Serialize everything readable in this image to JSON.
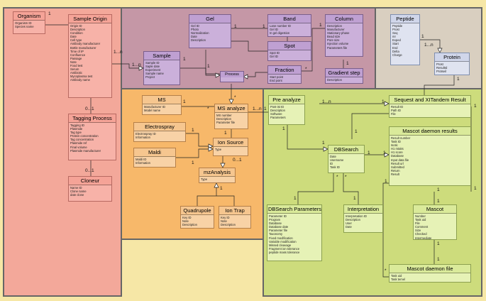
{
  "organism": {
    "title": "Organism",
    "items": [
      "Organism ID",
      "Species name"
    ]
  },
  "sample_origin": {
    "title": "Sample Origin",
    "items": [
      "Origin ID",
      "Description",
      "Condition",
      "Date",
      "Cell type",
      "Antibody manufacturer",
      "Bottle manufacturer",
      "Time of IP",
      "Confluence",
      "Passage",
      "Note",
      "Food test",
      "Serum",
      "Antibiotic",
      "Mycoplasma test",
      "Antibody name"
    ]
  },
  "tagging_process": {
    "title": "Tagging Process",
    "items": [
      "Tagging ID",
      "Plasmide",
      "Tag type",
      "Protein concentration",
      "Tag concentration",
      "Plasmide ref",
      "Final volume",
      "Plasmide manufacturer"
    ]
  },
  "cloneur": {
    "title": "Cloneur",
    "items": [
      "Name ID",
      "Clone name",
      "date clone"
    ]
  },
  "gel": {
    "title": "Gel",
    "items": [
      "Gel ID",
      "Photo",
      "Normalization",
      "Date",
      "Description"
    ]
  },
  "band": {
    "title": "Band",
    "items": [
      "Lane number ID",
      "Gel ID",
      "In gel digestion"
    ]
  },
  "spot": {
    "title": "Spot",
    "items": [
      "Spot ID",
      "Gel ID"
    ]
  },
  "fraction": {
    "title": "Fraction",
    "items": [
      "Start point",
      "End point"
    ]
  },
  "column": {
    "title": "Column",
    "items": [
      "Description",
      "Manufacturer",
      "Stationary phase",
      "Bead size",
      "Pore size",
      "Injection volume",
      "Parameters file"
    ]
  },
  "gradient_step": {
    "title": "Gradient step",
    "items": [
      "Description"
    ]
  },
  "sample": {
    "title": "Sample",
    "items": [
      "Sample ID",
      "Saple date",
      "Experiment",
      "Sample name",
      "Project"
    ]
  },
  "process": {
    "title": "Process"
  },
  "peptide": {
    "title": "Peptide",
    "items": [
      "Peptide",
      "Prost",
      "Seq",
      "mr",
      "Exped",
      "Start",
      "End",
      "Delta",
      "Charge"
    ]
  },
  "protein": {
    "title": "Protein",
    "items": [
      "Prost",
      "ResultId",
      "Protseil"
    ]
  },
  "ms": {
    "title": "MS",
    "items": [
      "Manufacturer ID",
      "Model name"
    ]
  },
  "ms_analyze": {
    "title": "MS analyze",
    "items": [
      "MS number",
      "Description",
      "Parameter file"
    ]
  },
  "electrospray": {
    "title": "Electrospray",
    "items": [
      "Electrospray ID",
      "Information"
    ]
  },
  "maldi": {
    "title": "Maldi",
    "items": [
      "Maldi ID",
      "Information"
    ]
  },
  "ion_source": {
    "title": "Ion Source",
    "items": [
      "Type"
    ]
  },
  "mzanalysis": {
    "title": "mzAnalysis",
    "items": [
      "Type"
    ]
  },
  "quadrupole": {
    "title": "Quadrupole",
    "items": [
      "Key ID",
      "Note",
      "Description"
    ]
  },
  "ion_trap": {
    "title": "Ion Trap",
    "items": [
      "Key ID",
      "Note",
      "Description"
    ]
  },
  "pre_analyze": {
    "title": "Pre analyze",
    "items": [
      "Post-ist ID",
      "Description",
      "Software",
      "Parameters"
    ]
  },
  "dbsearch": {
    "title": "DBSearch",
    "items": [
      "Date",
      "Username",
      "ID",
      "Task ID"
    ]
  },
  "dbsearch_parameters": {
    "title": "DBSearch Parameters",
    "items": [
      "Parameter ID",
      "Program",
      "Database",
      "Database date",
      "Parameter file",
      "Taxonomy",
      "Fixed modification",
      "Variable modification",
      "Missed cleavage",
      "Fragment ion tolerance",
      "peptide mass tolerance"
    ]
  },
  "interpretation": {
    "title": "Interpretation",
    "items": [
      "Interpretation ID",
      "Description",
      "User",
      "Date"
    ]
  },
  "sequest": {
    "title": "Sequest and XITandem Result",
    "items": [
      "Result ID",
      "Path ID",
      "File"
    ]
  },
  "mascot_results": {
    "title": "Mascot daemon results",
    "items": [
      "Result number",
      "Task ID",
      "Isotic",
      "H1 mtaks",
      "H1 score",
      "Database",
      "Input data file",
      "Result url",
      "Submitted",
      "Return",
      "Result"
    ]
  },
  "mascot": {
    "title": "Mascot",
    "items": [
      "Number",
      "Task uid",
      "File",
      "Comment",
      "Size",
      "Checked",
      "Intermediate"
    ]
  },
  "mascot_daemon_file": {
    "title": "Mascot daemon file",
    "items": [
      "Task uid",
      "Task temel"
    ]
  },
  "mults": {
    "m1": "1",
    "m2": "1...n",
    "m3": "0...1",
    "m4": "0...1",
    "m5": "1",
    "m6": "1",
    "m7": "1",
    "m8": "1",
    "m9": "*",
    "m10": "1",
    "m11": "1",
    "m12": "1",
    "m13": "1...n",
    "m14": "1",
    "m15": "*",
    "m16": "1",
    "m17": "*",
    "m18": "0...1",
    "m19": "1",
    "m20": "1...n",
    "m21": "1",
    "m22": "1",
    "m23": "1",
    "m24": "1",
    "m25": "1...n",
    "m26": "1",
    "m27": "*",
    "m28": "*",
    "m29": "1",
    "m30": "1",
    "m31": "1",
    "m32": "1",
    "m33": "1",
    "m34": "1",
    "m35": "1",
    "m36": "1",
    "m37": "1",
    "m38": "*",
    "m39": "1",
    "m40": "1",
    "m41": "1",
    "m42": "1",
    "m43": "1...n",
    "m44": "1"
  }
}
